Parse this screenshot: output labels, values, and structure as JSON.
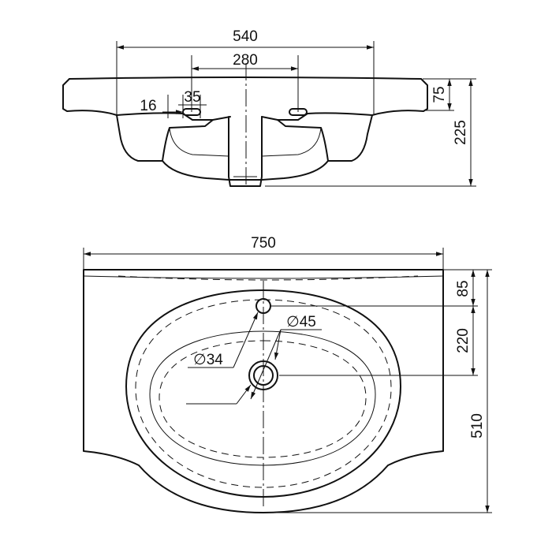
{
  "dimensions": {
    "top_overall_width": "540",
    "tap_hole_spacing": "280",
    "slot_offset": "16",
    "slot_width": "35",
    "rim_height": "75",
    "overall_height": "225",
    "overall_width": "750",
    "tap_hole_distance": "85",
    "drain_distance": "220",
    "overall_depth": "510",
    "tap_hole_diameter": "∅45",
    "drain_diameter": "∅34"
  },
  "colors": {
    "line": "#111111",
    "background": "#ffffff"
  }
}
